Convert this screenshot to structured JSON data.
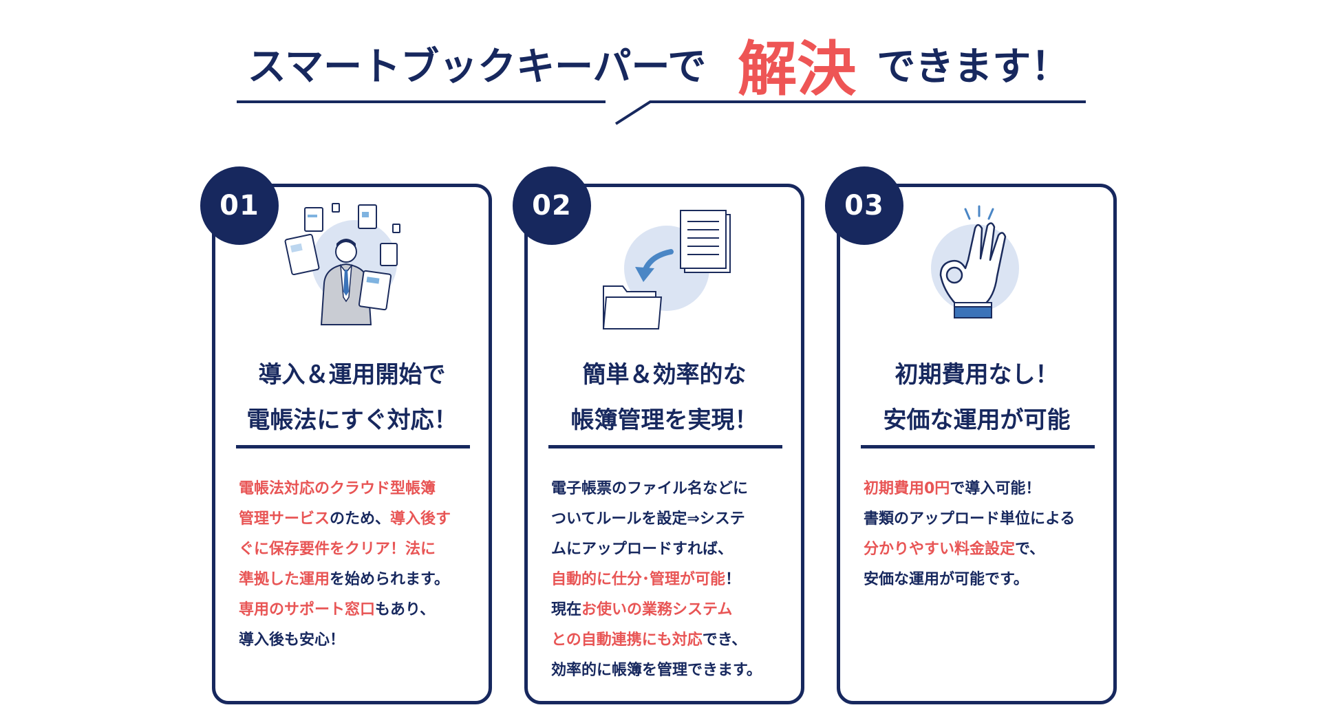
{
  "headline": {
    "prefix": "スマートブックキーパーで",
    "accent": "解決",
    "suffix": "できます！"
  },
  "colors": {
    "navy": "#17285e",
    "accent_red": "#ee5555",
    "illustration_bg": "#dbe4f3"
  },
  "cards": [
    {
      "number": "01",
      "icon": "businessman-with-documents-icon",
      "title": [
        "導入＆運用開始で",
        "電帳法にすぐ対応！"
      ],
      "body": [
        [
          {
            "t": "電帳法対応のクラウド型帳簿",
            "hl": true
          }
        ],
        [
          {
            "t": "管理サービス",
            "hl": true
          },
          {
            "t": "のため、",
            "hl": false
          },
          {
            "t": "導入後す",
            "hl": true
          }
        ],
        [
          {
            "t": "ぐに保存要件をクリア！法に",
            "hl": true
          }
        ],
        [
          {
            "t": "準拠した運用",
            "hl": true
          },
          {
            "t": "を始められます。",
            "hl": false
          }
        ],
        [
          {
            "t": "専用のサポート窓口",
            "hl": true
          },
          {
            "t": "もあり、",
            "hl": false
          }
        ],
        [
          {
            "t": "導入後も安心！",
            "hl": false
          }
        ]
      ]
    },
    {
      "number": "02",
      "icon": "document-to-folder-icon",
      "title": [
        "簡単＆効率的な",
        "帳簿管理を実現！"
      ],
      "body": [
        [
          {
            "t": "電子帳票のファイル名などに",
            "hl": false
          }
        ],
        [
          {
            "t": "ついてルールを設定⇒システ",
            "hl": false
          }
        ],
        [
          {
            "t": "ムにアップロードすれば、",
            "hl": false
          }
        ],
        [
          {
            "t": "自動的に仕分･管理が可能",
            "hl": true
          },
          {
            "t": "！",
            "hl": false
          }
        ],
        [
          {
            "t": "現在",
            "hl": false
          },
          {
            "t": "お使いの業務システム",
            "hl": true
          }
        ],
        [
          {
            "t": "との自動連携にも対応",
            "hl": true
          },
          {
            "t": "でき、",
            "hl": false
          }
        ],
        [
          {
            "t": "効率的に帳簿を管理できます。",
            "hl": false
          }
        ]
      ]
    },
    {
      "number": "03",
      "icon": "ok-hand-gesture-icon",
      "title": [
        "初期費用なし！",
        "安価な運用が可能"
      ],
      "body": [
        [
          {
            "t": "初期費用0円",
            "hl": true
          },
          {
            "t": "で導入可能！",
            "hl": false
          }
        ],
        [
          {
            "t": "書類のアップロード単位による",
            "hl": false
          }
        ],
        [
          {
            "t": "分かりやすい料金設定",
            "hl": true
          },
          {
            "t": "で、",
            "hl": false
          }
        ],
        [
          {
            "t": "安価な運用が可能です。",
            "hl": false
          }
        ]
      ]
    }
  ]
}
